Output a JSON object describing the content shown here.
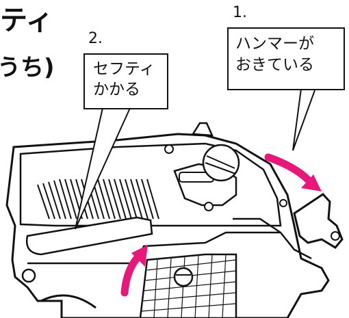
{
  "title": {
    "line1": "ティ",
    "line2": "うち)"
  },
  "steps": [
    {
      "number": "1.",
      "text_lines": [
        "ハンマーが",
        "おきている"
      ]
    },
    {
      "number": "2.",
      "text_lines": [
        "セフティ",
        "かかる"
      ]
    }
  ],
  "colors": {
    "ink": "#111111",
    "arrow": "#e6197a",
    "paper": "#ffffff",
    "gray": "#d9d9d9"
  },
  "icons": [
    "pistol-illustration",
    "curved-arrow-hammer",
    "curved-arrow-safety"
  ]
}
